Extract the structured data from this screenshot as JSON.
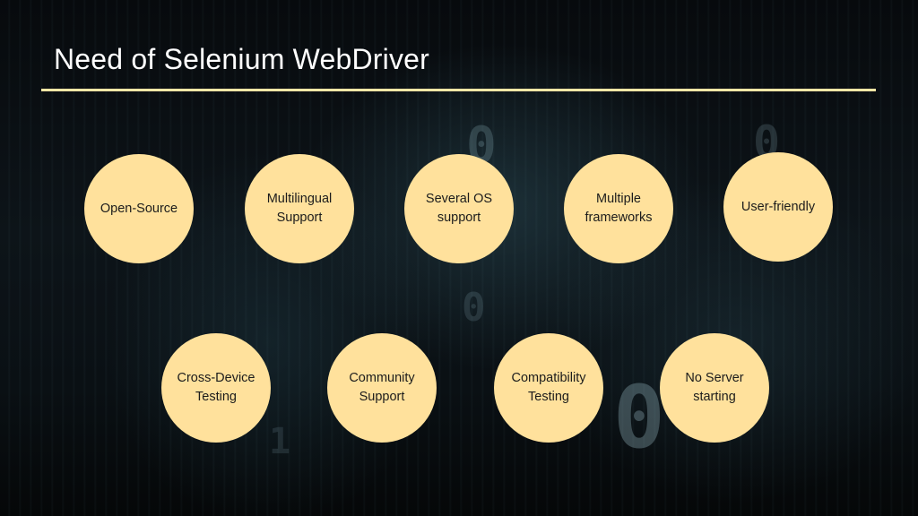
{
  "slide": {
    "title": "Need of Selenium WebDriver",
    "accent_color": "#fde7a6",
    "circle_color": "#ffe19c"
  },
  "features": {
    "row1": [
      {
        "label": "Open-Source"
      },
      {
        "label": "Multilingual\nSupport"
      },
      {
        "label": "Several OS\nsupport"
      },
      {
        "label": "Multiple\nframeworks"
      },
      {
        "label": "User-friendly"
      }
    ],
    "row2": [
      {
        "label": "Cross-Device\nTesting"
      },
      {
        "label": "Community\nSupport"
      },
      {
        "label": "Compatibility\nTesting"
      },
      {
        "label": "No Server\nstarting"
      }
    ]
  }
}
